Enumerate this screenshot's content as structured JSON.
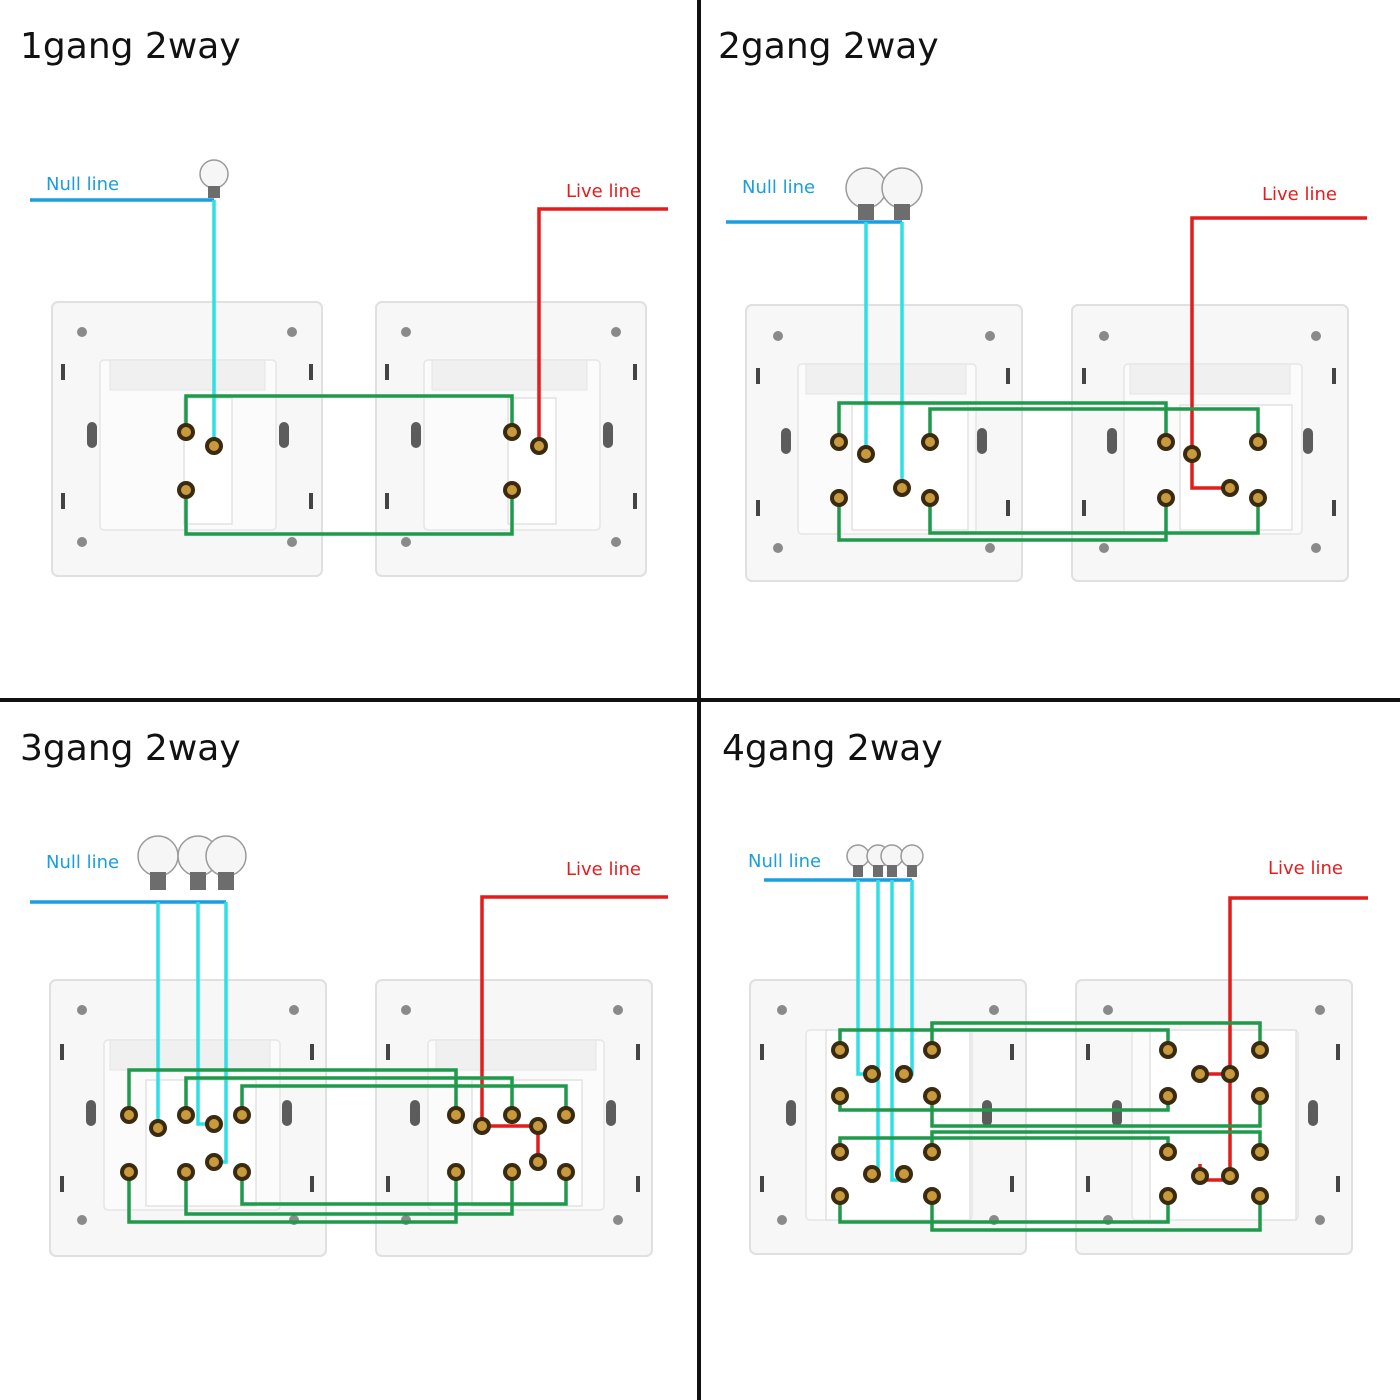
{
  "colors": {
    "null_line": "#1a9ee0",
    "live_line": "#e51c1c",
    "wire_to_lamp": "#2de0e6",
    "wire_link": "#1e9a4a",
    "divider": "#111111"
  },
  "quadrants": [
    {
      "id": "q1",
      "title": "1gang 2way",
      "null_label": "Null line",
      "live_label": "Live line",
      "bulbs": 1
    },
    {
      "id": "q2",
      "title": "2gang 2way",
      "null_label": "Null line",
      "live_label": "Live line",
      "bulbs": 2
    },
    {
      "id": "q3",
      "title": "3gang 2way",
      "null_label": "Null line",
      "live_label": "Live line",
      "bulbs": 3
    },
    {
      "id": "q4",
      "title": "4gang 2way",
      "null_label": "Null line",
      "live_label": "Live line",
      "bulbs": 4
    }
  ],
  "icons": {
    "bulb": "light-bulb-icon",
    "terminal": "screw-terminal-icon",
    "switch_plate": "switch-plate-icon"
  }
}
